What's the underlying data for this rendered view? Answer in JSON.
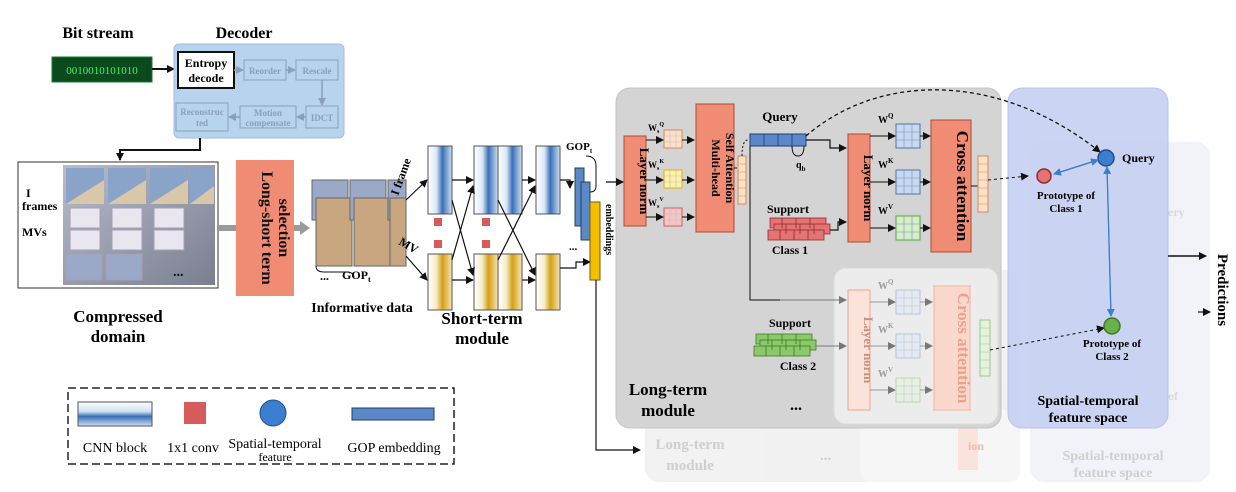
{
  "header": {
    "bitstream_title": "Bit stream",
    "bitstream_bits": "0010010101010",
    "decoder_title": "Decoder"
  },
  "decoder": {
    "entropy": "Entropy",
    "entropy2": "decode",
    "reorder": "Reorder",
    "rescale": "Rescale",
    "reconstruct": "Reconstruc",
    "reconstruct2": "ted",
    "motion": "Motion",
    "motion2": "compensate",
    "idct": "IDCT"
  },
  "compressed": {
    "i_label": "I",
    "frames_label": "frames",
    "mvs_label": "MVs",
    "ellipsis": "...",
    "title1": "Compressed",
    "title2": "domain"
  },
  "selection": {
    "line1": "Long-short term",
    "line2": "selection"
  },
  "informative": {
    "dots": "...",
    "gop": "GOP",
    "gop_sub": "t",
    "caption": "Informative data"
  },
  "short_term": {
    "i_frame": "I frame",
    "mv": "MV",
    "title1": "Short-term",
    "title2": "module"
  },
  "gop_label": {
    "gop": "GOP",
    "sub": "t",
    "dots": "...",
    "embeddings": "embeddings"
  },
  "long_term": {
    "layer_norm": "Layer norm",
    "mhsa1": "Multi-head",
    "mhsa2": "Self Attention",
    "wq": "W",
    "wq_sup": "Q",
    "wk": "W",
    "wk_sup": "K",
    "wv": "W",
    "wv_sup": "V",
    "ws_sub": "s",
    "query": "Query",
    "qb": "q",
    "qb_sub": "b",
    "support": "Support",
    "class1": "Class 1",
    "class2": "Class 2",
    "cross_attention": "Cross attention",
    "dots": "...",
    "title1": "Long-term",
    "title2": "module"
  },
  "feature_space": {
    "query": "Query",
    "proto1_a": "Prototype  of",
    "proto1_b": "Class 1",
    "proto2_a": "Prototype of",
    "proto2_b": "Class 2",
    "title1": "Spatial-temporal",
    "title2": "feature space",
    "ghost_query": "ery",
    "ghost_of": "of"
  },
  "predictions": "Predictions",
  "ghost": {
    "long_term1": "Long-term",
    "long_term2": "module",
    "dots": "...",
    "fs1": "Spatial-temporal",
    "fs2": "feature space",
    "ion": "ion"
  },
  "legend": {
    "cnn_block": "CNN block",
    "conv": "1x1 conv",
    "feature1": "Spatial-temporal",
    "feature2": "feature",
    "gop_embedding": "GOP embedding"
  },
  "colors": {
    "decoder_bg": "#b8d3ee",
    "salmon": "#f08c74",
    "longterm_bg": "#d4d4d4",
    "feature_bg": "#c7d1f2",
    "gop_blue": "#5a88c8",
    "gop_yellow": "#f2c000",
    "conv_red": "#d65c5c",
    "query_blue": "#3d7ed0",
    "proto_green": "#6ab04c"
  }
}
